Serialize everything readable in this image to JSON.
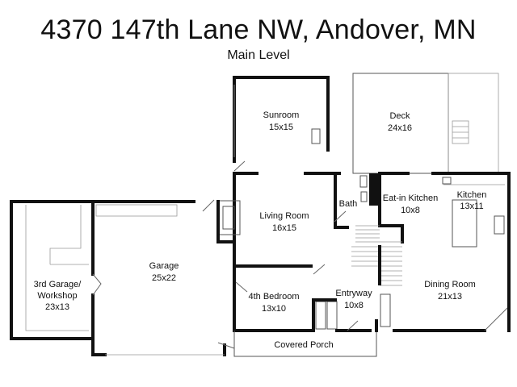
{
  "header": {
    "title": "4370 147th Lane NW, Andover, MN",
    "subtitle": "Main Level"
  },
  "rooms": {
    "sunroom": {
      "name": "Sunroom",
      "size": "15x15"
    },
    "deck": {
      "name": "Deck",
      "size": "24x16"
    },
    "living_room": {
      "name": "Living Room",
      "size": "16x15"
    },
    "bath": {
      "name": "Bath",
      "size": ""
    },
    "eat_in": {
      "name": "Eat-in Kitchen",
      "size": "10x8"
    },
    "kitchen": {
      "name": "Kitchen",
      "size": "13x11"
    },
    "garage": {
      "name": "Garage",
      "size": "25x22"
    },
    "garage3_l1": {
      "name": "3rd Garage/",
      "size": ""
    },
    "garage3_l2": {
      "name": "Workshop",
      "size": "23x13"
    },
    "bedroom4": {
      "name": "4th Bedroom",
      "size": "13x10"
    },
    "entryway": {
      "name": "Entryway",
      "size": "10x8"
    },
    "dining": {
      "name": "Dining Room",
      "size": "21x13"
    },
    "porch": {
      "name": "Covered Porch",
      "size": ""
    }
  }
}
